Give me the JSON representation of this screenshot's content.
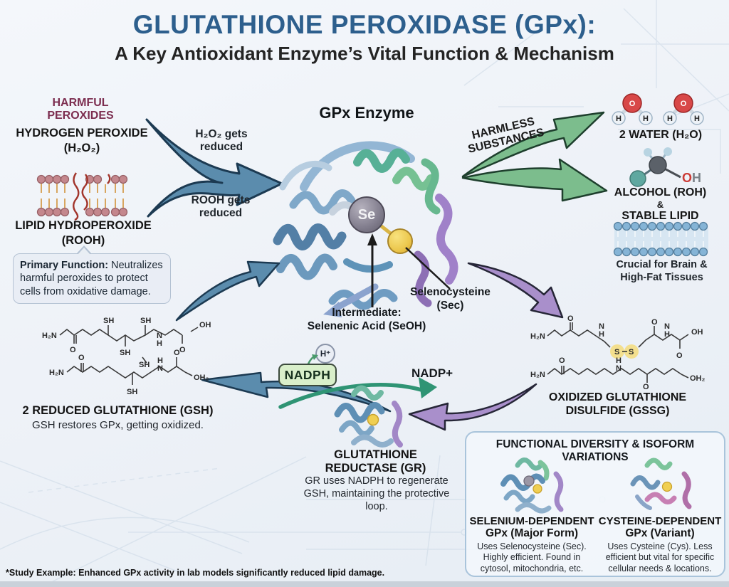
{
  "title": {
    "main": "GLUTATHIONE PEROXIDASE (GPx):",
    "subtitle": "A Key Antioxidant Enzyme’s Vital Function & Mechanism"
  },
  "inputs": {
    "harmful_l1": "HARMFUL",
    "harmful_l2": "PEROXIDES",
    "h2o2_name": "HYDROGEN PEROXIDE",
    "h2o2_formula": "(H₂O₂)",
    "rooh_name": "LIPID HYDROPEROXIDE",
    "rooh_formula": "(ROOH)",
    "primary_prefix": "Primary Function:",
    "primary_rest": " Neutralizes harmful peroxides to protect cells from oxidative damage."
  },
  "reaction": {
    "h2o2_l1": "H₂O₂ gets",
    "h2o2_l2": "reduced",
    "rooh_l1": "ROOH gets",
    "rooh_l2": "reduced",
    "harmless_l1": "HARMLESS",
    "harmless_l2": "SUBSTANCES"
  },
  "enzyme": {
    "heading": "GPx Enzyme",
    "se": "Se",
    "sec_l1": "Selenocysteine",
    "sec_l2": "(Sec)",
    "inter_l1": "Intermediate:",
    "inter_l2": "Selenenic Acid (SeOH)"
  },
  "outputs": {
    "water_label": "2 WATER (H₂O)",
    "o": "O",
    "h": "H",
    "alcohol_label": "ALCOHOL (ROH)",
    "amp": "&",
    "lipid_label": "STABLE LIPID",
    "crucial_l1": "Crucial for Brain &",
    "crucial_l2": "High-Fat Tissues"
  },
  "gsh": {
    "label": "2 REDUCED GLUTATHIONE (GSH)",
    "caption": "GSH restores GPx, getting oxidized."
  },
  "gssg": {
    "label_l1": "OXIDIZED GLUTATHIONE",
    "label_l2": "DISULFIDE (GSSG)"
  },
  "cycle": {
    "nadph": "NADPH",
    "h_plus": "H⁺",
    "nadp": "NADP+",
    "gr_l1": "GLUTATHIONE",
    "gr_l2": "REDUCTASE (GR)",
    "gr_caption": "GR uses NADPH to regenerate GSH, maintaining the protective loop."
  },
  "isoforms": {
    "title": "FUNCTIONAL DIVERSITY & ISOFORM VARIATIONS",
    "selenium": {
      "l1": "SELENIUM-DEPENDENT",
      "l2": "GPx (Major Form)",
      "desc": "Uses Selenocysteine (Sec). Highly efficient. Found in cytosol, mitochondria, etc."
    },
    "cysteine": {
      "l1": "CYSTEINE-DEPENDENT",
      "l2": "GPx (Variant)",
      "desc": "Uses Cysteine (Cys). Less efficient but vital for specific cellular needs & locations."
    }
  },
  "chem": {
    "h2n": "H₂N",
    "sh": "SH",
    "o": "O",
    "n": "N",
    "h": "H",
    "oh": "OH",
    "oh2": "OH₂",
    "s": "S"
  },
  "footnote": "*Study Example: Enhanced GPx activity in lab models significantly reduced lipid damage.",
  "colors": {
    "title_blue": "#2d5f8d",
    "maroon": "#7c2d4f",
    "blue_arrow": "#5b8cad",
    "green_arrow": "#7cbd8d",
    "purple_arrow": "#a98fcb",
    "nadph_green": "#d9efca",
    "se_gray": "#817d8d",
    "sec_yellow": "#ecc84e"
  }
}
